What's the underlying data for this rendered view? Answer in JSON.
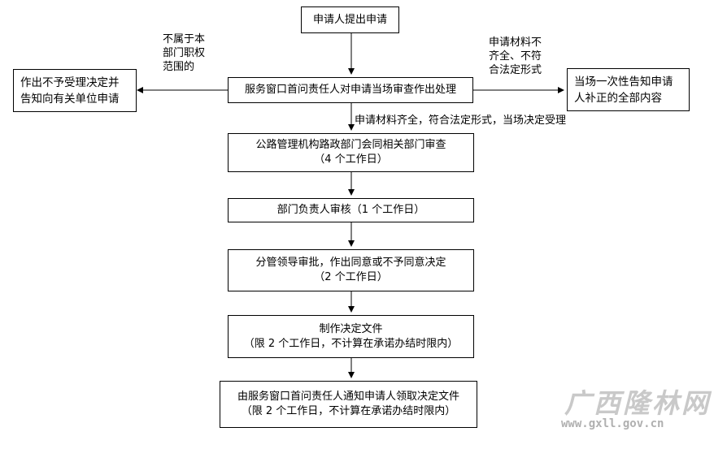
{
  "nodes": {
    "apply": "申请人提出申请",
    "review": "服务窗口首问责任人对申请当场审查作出处理",
    "reject": [
      "作出不予受理决定并",
      "告知向有关单位申请"
    ],
    "notify": [
      "当场一次性告知申请",
      "人补正的全部内容"
    ],
    "audit": [
      "公路管理机构路政部门会同相关部门审查",
      "（4 个工作日）"
    ],
    "dept_head": "部门负责人审核（1 个工作日）",
    "leader": [
      "分管领导审批，作出同意或不予同意决定",
      "（2 个工作日）"
    ],
    "document": [
      "制作决定文件",
      "（限 2 个工作日，不计算在承诺办结时限内）"
    ],
    "pickup": [
      "由服务窗口首问责任人通知申请人领取决定文件",
      "（限 2 个工作日，不计算在承诺办结时限内）"
    ]
  },
  "edge_labels": {
    "not_in_scope": [
      "不属于本",
      "部门职权",
      "范围的"
    ],
    "incomplete": [
      "申请材料不",
      "齐全、不符",
      "合法定形式"
    ],
    "accepted": "申请材料齐全，符合法定形式，当场决定受理"
  },
  "watermark": {
    "name": "广西隆林网",
    "url": "www.gxll.gov.cn"
  }
}
